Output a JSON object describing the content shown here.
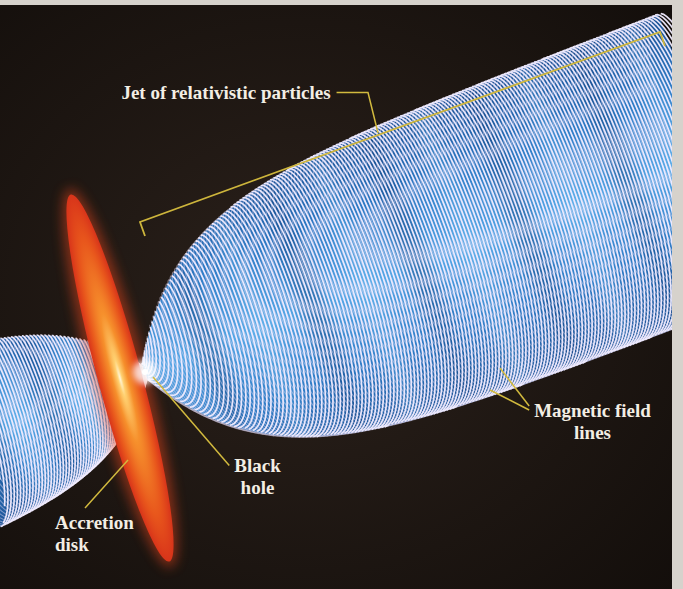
{
  "diagram": {
    "labels": [
      "Jet of relativistic particles",
      "Magnetic field lines",
      "Black hole",
      "Accretion disk"
    ]
  }
}
